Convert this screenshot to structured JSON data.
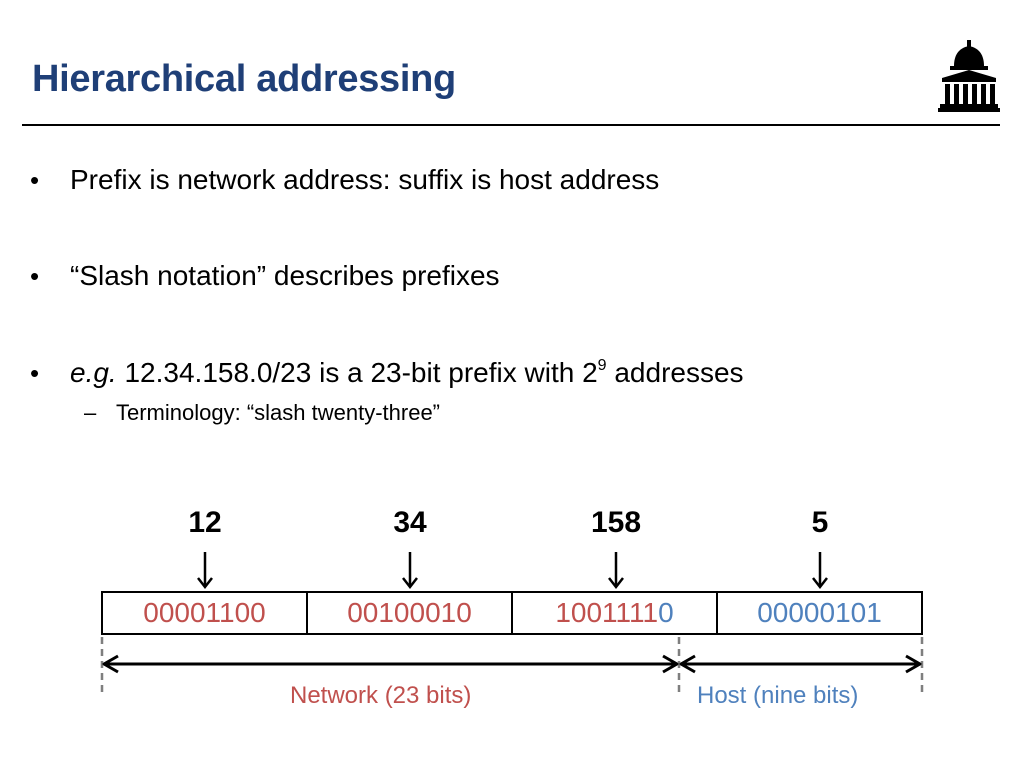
{
  "slide": {
    "title": "Hierarchical addressing",
    "logo_icon": "building-dome-icon"
  },
  "bullets": [
    {
      "text": "Prefix is network address: suffix is host address"
    },
    {
      "text": "“Slash notation” describes prefixes"
    },
    {
      "em": "e.g.",
      "text_before_exp": " 12.34.158.0/23 is a 23-bit prefix with 2",
      "exponent": "9",
      "text_after_exp": " addresses",
      "sub": {
        "dash": "–",
        "text": "Terminology: “slash twenty-three”"
      }
    }
  ],
  "diagram": {
    "octets": [
      {
        "decimal": "12",
        "binary_network": "00001100",
        "binary_host": ""
      },
      {
        "decimal": "34",
        "binary_network": "00100010",
        "binary_host": ""
      },
      {
        "decimal": "158",
        "binary_network": "1001111",
        "binary_host": "0"
      },
      {
        "decimal": "5",
        "binary_network": "",
        "binary_host": "00000101"
      }
    ],
    "network_label": "Network (23 bits)",
    "host_label": "Host (nine bits)",
    "network_color": "#c0504d",
    "host_color": "#4f81bd"
  }
}
